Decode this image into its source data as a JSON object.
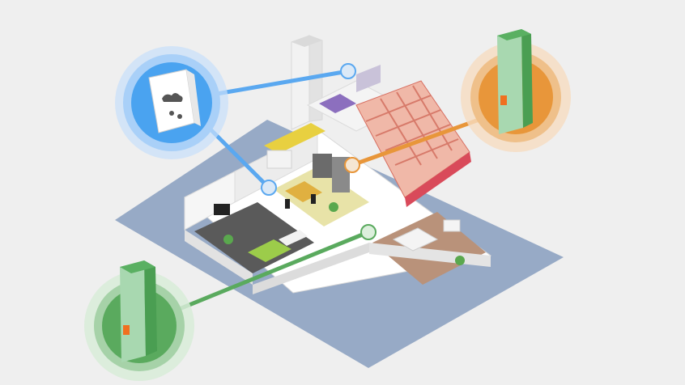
{
  "scene": {
    "background": "#efefef",
    "floor_color": "#97aac6",
    "callouts": [
      {
        "id": "smoke-detector",
        "icon": "smoke-detector-icon",
        "ring_color": "#4aa3f0"
      },
      {
        "id": "orange-sensor",
        "icon": "sensor-column-icon",
        "ring_color": "#e8963a"
      },
      {
        "id": "green-sensor",
        "icon": "sensor-column-icon",
        "ring_color": "#5aaa5e"
      }
    ],
    "line_colors": {
      "blue": "#5aa8f0",
      "orange": "#e8963a",
      "green": "#5aaa5e"
    },
    "roof_color": "#e07a6a"
  }
}
